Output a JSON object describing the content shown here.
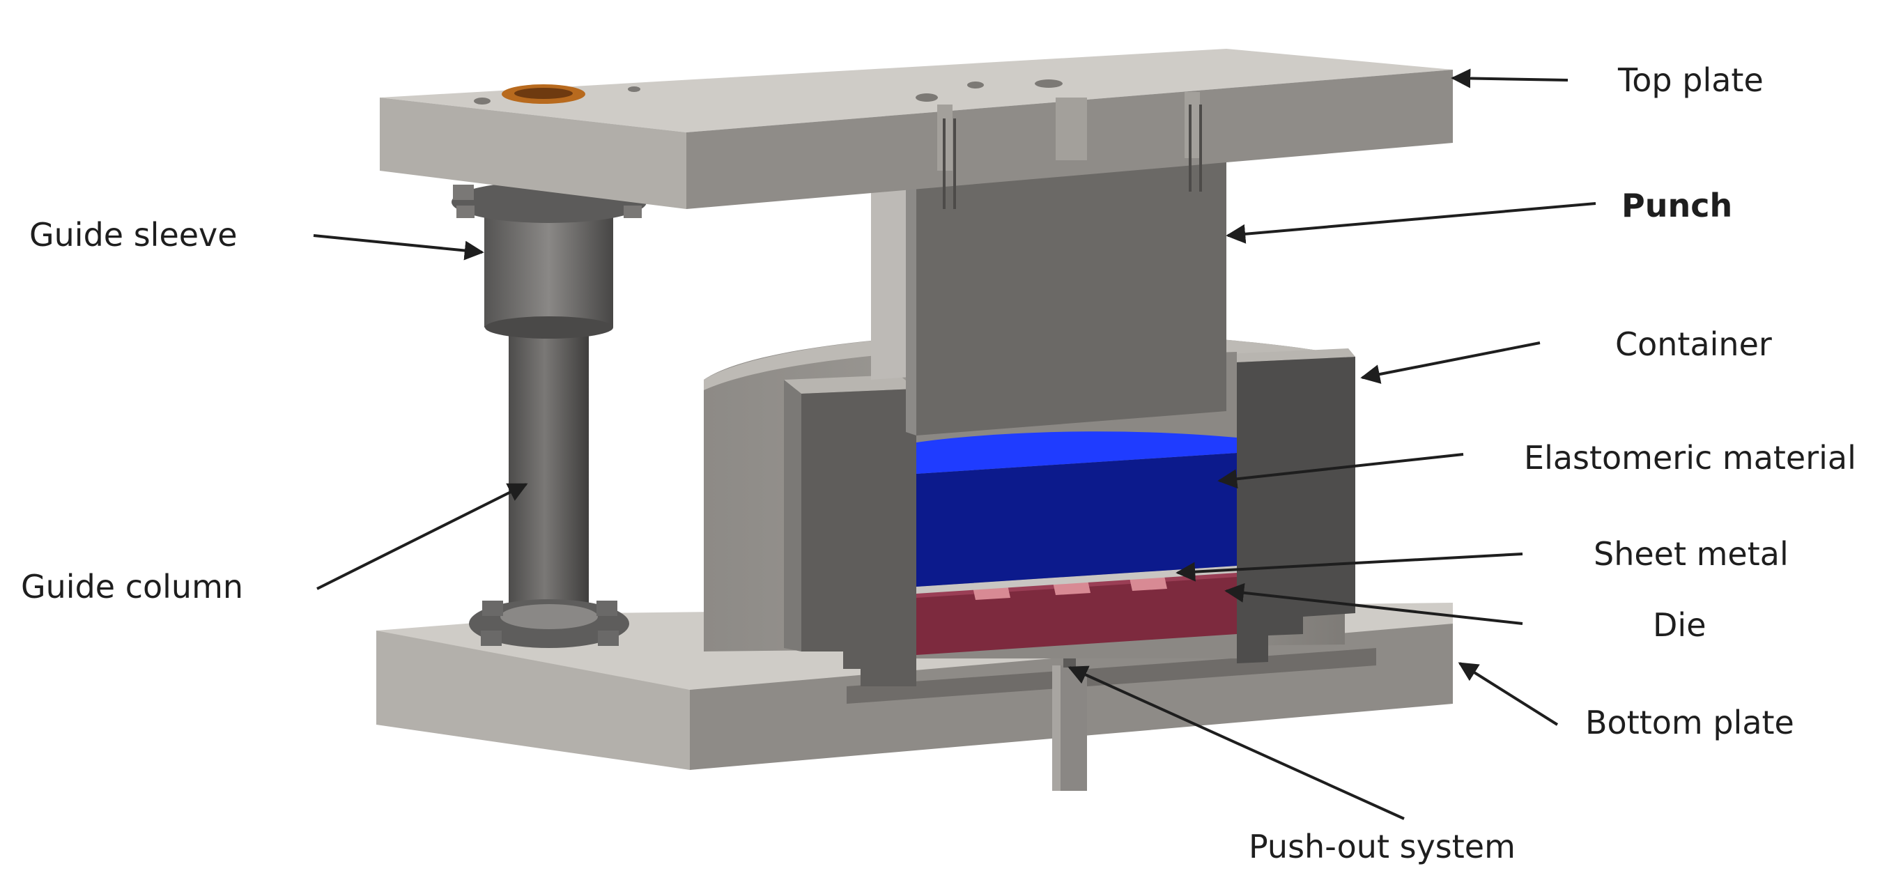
{
  "labels": {
    "top_plate": "Top plate",
    "punch": "Punch",
    "guide_sleeve": "Guide sleeve",
    "container": "Container",
    "elastomeric_material": "Elastomeric material",
    "guide_column": "Guide column",
    "sheet_metal": "Sheet metal",
    "die": "Die",
    "bottom_plate": "Bottom plate",
    "push_out_system": "Push-out system"
  },
  "colors": {
    "steel_light": "#cfccc7",
    "steel_mid": "#a9a6a1",
    "steel_dark": "#6f6c69",
    "punch": "#6b6966",
    "elastomer_top": "#1f3cff",
    "elastomer_front": "#0c1a8c",
    "die": "#7d2a3e",
    "bushing": "#b86a1e",
    "arrow": "#1e1e1e"
  }
}
